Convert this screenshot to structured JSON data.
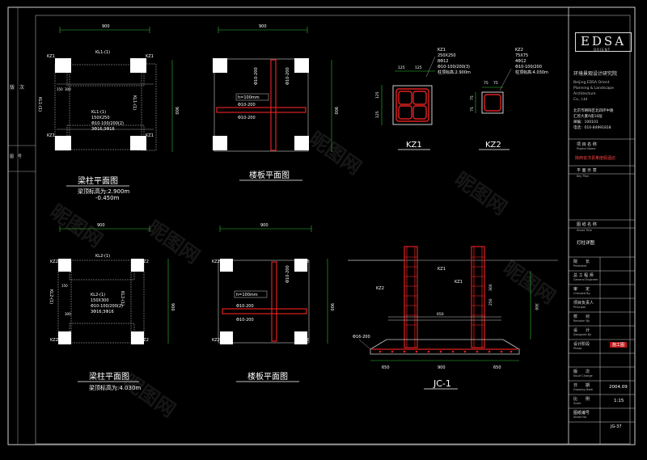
{
  "drawing": {
    "left_strip": {
      "lbl1": "版　次",
      "lbl2": "图　号"
    },
    "p1": {
      "dim_top": "900",
      "dim_right": "900",
      "cols": [
        "KZ1",
        "KZ1",
        "KZ1",
        "KZ1"
      ],
      "beam_top": "KL1-(1)",
      "beam_left": "KL1-(1)",
      "beam_right": "KL1-(1)",
      "beam_center": [
        "KL1-(1)",
        "150X250",
        "Φ10-100/200(2)",
        "3Φ16;3Φ16"
      ],
      "dim_side": "150",
      "dim_side2": "300"
    },
    "p2": {
      "dim_top": "900",
      "dim_right": "900",
      "slab_h": "h=100mm",
      "rebars": [
        "Φ10-200",
        "Φ10-200",
        "Φ10-200",
        "Φ10-200"
      ]
    },
    "kz1": {
      "label": "KZ1",
      "dims": [
        "125",
        "125"
      ],
      "spec": [
        "KZ1",
        "250X250",
        "8Φ12",
        "Φ10-100/200(3)",
        "柱顶标高:2.900m"
      ],
      "side": [
        "125",
        "125"
      ]
    },
    "kz2": {
      "label": "KZ2",
      "dims": [
        "75",
        "75"
      ],
      "spec": [
        "KZ2",
        "75X75",
        "4Φ12",
        "Φ10-100/200",
        "柱顶标高:4.030m"
      ],
      "side": [
        "75",
        "75"
      ]
    },
    "t1": {
      "title": "梁柱平面图",
      "line1": "梁顶标高为:2.900m",
      "line2": "-0.450m"
    },
    "t2": {
      "title": "楼板平面图"
    },
    "p3": {
      "dim_top": "900",
      "dim_right": "900",
      "cols": [
        "KZ2",
        "KZ2",
        "KZ2",
        "KZ2"
      ],
      "beam_top": "KL2-(1)",
      "beam_left": "KL2-(1)",
      "beam_right": "KL2-(1)",
      "beam_center": [
        "KL2-(1)",
        "150X300",
        "Φ10-100/200(2)",
        "3Φ16;3Φ16"
      ],
      "dim_side": "150",
      "dim_side2": "300"
    },
    "p4": {
      "dim_top": "900",
      "dim_right": "900",
      "cols": [
        "KZ2",
        "KZ2",
        "KZ2",
        "KZ2"
      ],
      "slab_h": "h=100mm",
      "rebars": [
        "Φ10-200",
        "Φ10-200",
        "Φ10-200"
      ]
    },
    "t3": {
      "title": "梁柱平面图",
      "line1": "梁顶标高为:4.030m"
    },
    "t4": {
      "title": "楼板平面图"
    },
    "jc1": {
      "title": "JC-1",
      "lbl_kz2": "KZ2",
      "lbl_kz1": "KZ1",
      "lbl_kz1b": "KZ1",
      "rebar": "Φ16-200",
      "dims_bottom": [
        "650",
        "900",
        "650"
      ],
      "dim_mid": "650",
      "dims_side": [
        "300",
        "250",
        "300"
      ]
    }
  },
  "title_block": {
    "logo": "EDSA",
    "logo_sub": "ORIENT",
    "company_cn": "环境景观设计研究院",
    "company_en": [
      "Beijing EDSA Orient",
      "Planning & Landscape",
      "Architecture",
      "Co., Ltd"
    ],
    "address": [
      "北京市朝阳区北四环中路",
      "汇欣大厦A座10层"
    ],
    "postcode": "邮编：100101",
    "phone": "电话：010-84991818",
    "project_name_lbl": "项 目 名 称",
    "project_name_sub": "Project Name",
    "project_name_val": "陕西省洋县某度假酒店",
    "plan_lbl": "平 面 示 意",
    "plan_sub": "Key Plan",
    "sheet_title_lbl": "图 纸 名 称",
    "sheet_title_sub": "Sheet Title",
    "sheet_title_val": "灯柱详图",
    "approved_lbl": "院　　长",
    "approved_sub": "President",
    "chief_lbl": "总 工 程 师",
    "chief_sub": "General Engineer",
    "checked_lbl": "审　　定",
    "checked_sub": "Checked By",
    "pm_lbl": "项目负责人",
    "pm_sub": "Principal",
    "rev_lbl": "校　　对",
    "rev_sub": "Revision By",
    "design_lbl": "设　　计",
    "design_sub": "Designed By",
    "stage_lbl": "设计阶段",
    "stage_sub": "Phase",
    "stage_val": "施工图",
    "change_lbl": "版　　次",
    "change_sub": "No.of Change",
    "date_lbl": "日　　期",
    "date_sub": "Drawing Date",
    "date_val": "2004.09",
    "scale_lbl": "比　　例",
    "scale_sub": "Scale",
    "scale_val": "1:15",
    "sheetno_lbl": "图纸编号",
    "sheetno_sub": "Sheet No",
    "sheetno_val": "JG-37"
  },
  "watermark": "昵图网"
}
